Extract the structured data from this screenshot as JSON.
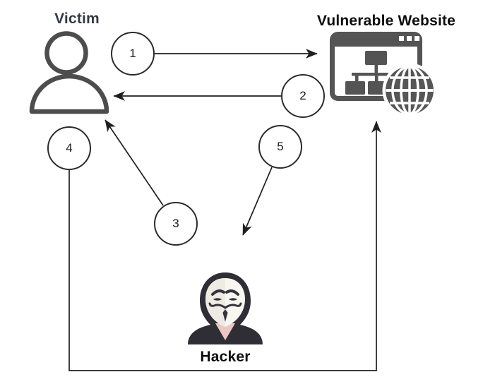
{
  "diagram": {
    "type": "flow-diagram",
    "nodes": [
      {
        "id": "victim",
        "label": "Victim",
        "icon": "person-icon"
      },
      {
        "id": "vulnerable-website",
        "label": "Vulnerable Website",
        "icon": "browser-window-globe-icon"
      },
      {
        "id": "hacker",
        "label": "Hacker",
        "icon": "anonymous-hacker-mask-icon"
      }
    ],
    "steps": [
      {
        "number": "1",
        "arrow_points_to": "vulnerable-website"
      },
      {
        "number": "2",
        "arrow_points_to": "victim"
      },
      {
        "number": "3",
        "arrow_points_to": "victim"
      },
      {
        "number": "4",
        "arrow_points_to": "vulnerable-website"
      },
      {
        "number": "5",
        "arrow_points_to": "hacker"
      }
    ],
    "colors": {
      "background": "#ffffff",
      "connector": "#1f1f1f",
      "icon_gray": "#545454",
      "victim_label": "#333a42",
      "label": "#111111",
      "hacker_hood": "#2e2e34",
      "hacker_mask": "#f7f6f1",
      "hacker_collar": "#ecc8c4"
    }
  }
}
